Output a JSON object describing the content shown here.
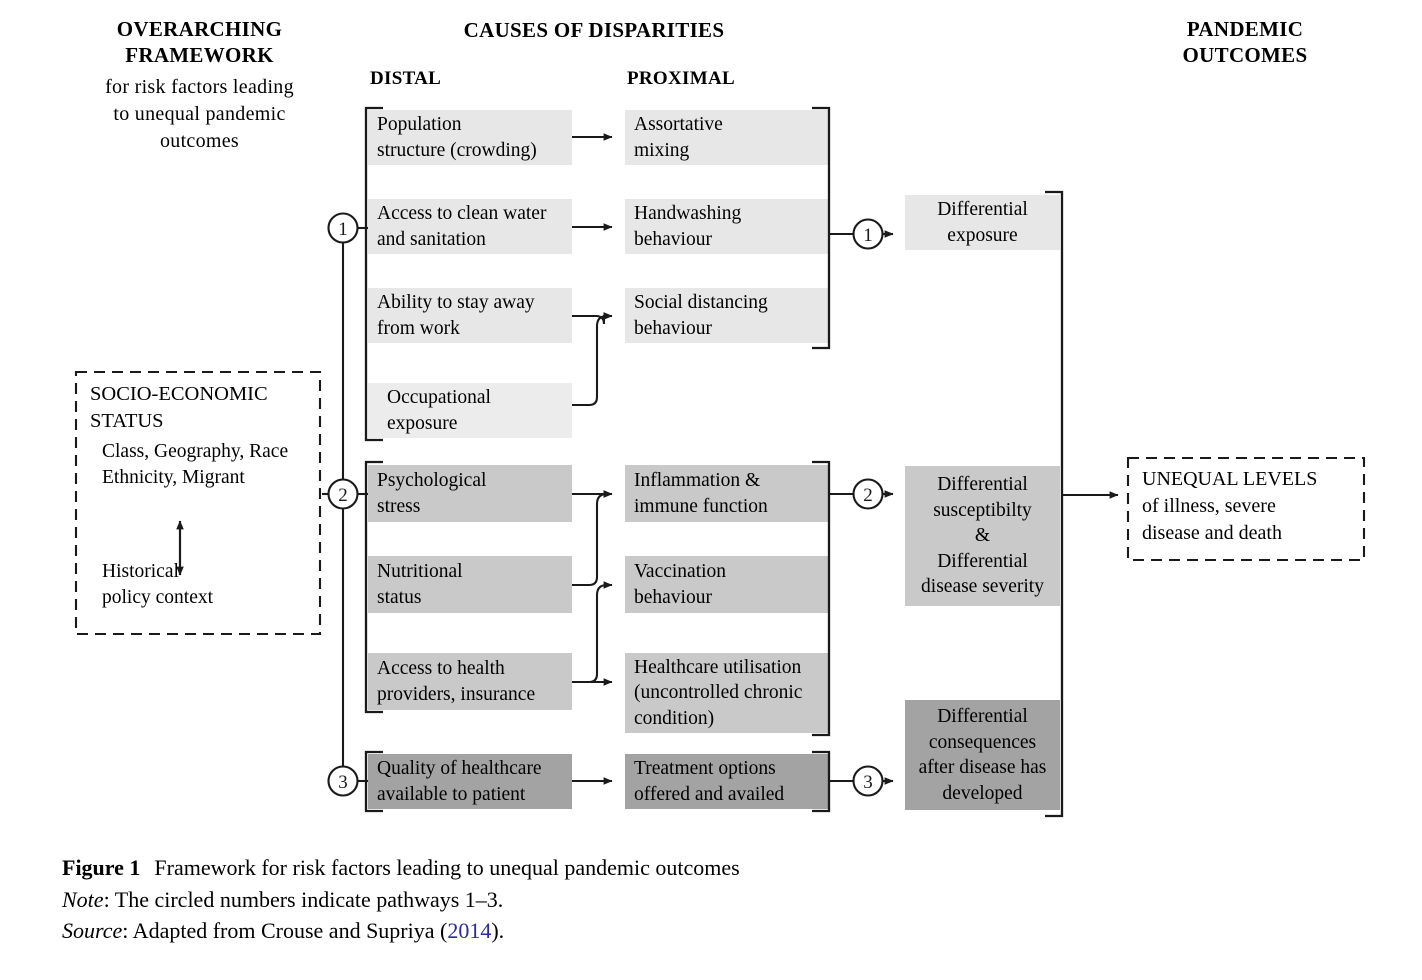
{
  "headers": {
    "framework_line1": "OVERARCHING",
    "framework_line2": "FRAMEWORK",
    "framework_sub_l1": "for risk factors leading",
    "framework_sub_l2": "to unequal pandemic",
    "framework_sub_l3": "outcomes",
    "causes": "CAUSES OF DISPARITIES",
    "distal": "DISTAL",
    "proximal": "PROXIMAL",
    "outcomes_l1": "PANDEMIC",
    "outcomes_l2": "OUTCOMES"
  },
  "ses_box": {
    "title_l1": "SOCIO-ECONOMIC",
    "title_l2": "STATUS",
    "detail_l1": "Class, Geography, Race",
    "detail_l2": "Ethnicity, Migrant",
    "bottom_l1": "Historical",
    "bottom_l2": "policy context"
  },
  "distal": [
    {
      "id": "population-structure",
      "line1": "Population",
      "line2": "structure (crowding)",
      "shade": "light"
    },
    {
      "id": "clean-water",
      "line1": "Access to clean water",
      "line2": "and sanitation",
      "shade": "light"
    },
    {
      "id": "stay-away-from-work",
      "line1": "Ability to stay away",
      "line2": "from work",
      "shade": "light"
    },
    {
      "id": "occupational-exposure",
      "line1": "Occupational",
      "line2": "exposure",
      "shade": "light"
    },
    {
      "id": "psychological-stress",
      "line1": "Psychological",
      "line2": "stress",
      "shade": "medium"
    },
    {
      "id": "nutritional-status",
      "line1": "Nutritional",
      "line2": "status",
      "shade": "medium"
    },
    {
      "id": "access-health-providers",
      "line1": "Access to health",
      "line2": "providers, insurance",
      "shade": "medium"
    },
    {
      "id": "quality-of-healthcare",
      "line1": "Quality of healthcare",
      "line2": "available to patient",
      "shade": "dark"
    }
  ],
  "proximal": [
    {
      "id": "assortative-mixing",
      "line1": "Assortative",
      "line2": "mixing",
      "line3": "",
      "shade": "light"
    },
    {
      "id": "handwashing-behaviour",
      "line1": "Handwashing",
      "line2": "behaviour",
      "line3": "",
      "shade": "light"
    },
    {
      "id": "social-distancing-behaviour",
      "line1": "Social distancing",
      "line2": "behaviour",
      "line3": "",
      "shade": "light"
    },
    {
      "id": "inflammation-immune-function",
      "line1": "Inflammation &",
      "line2": "immune function",
      "line3": "",
      "shade": "medium"
    },
    {
      "id": "vaccination-behaviour",
      "line1": "Vaccination",
      "line2": "behaviour",
      "line3": "",
      "shade": "medium"
    },
    {
      "id": "healthcare-utilisation",
      "line1": "Healthcare utilisation",
      "line2": "(uncontrolled chronic",
      "line3": "condition)",
      "shade": "medium"
    },
    {
      "id": "treatment-options",
      "line1": "Treatment options",
      "line2": "offered and availed",
      "line3": "",
      "shade": "dark"
    }
  ],
  "outcomes": [
    {
      "id": "differential-exposure",
      "lines": [
        "Differential",
        "exposure"
      ],
      "shade": "light"
    },
    {
      "id": "differential-susceptibility",
      "lines": [
        "Differential",
        "susceptibilty",
        "&",
        "Differential",
        "disease severity"
      ],
      "shade": "medium"
    },
    {
      "id": "differential-consequences",
      "lines": [
        "Differential",
        "consequences",
        "after disease has",
        "developed"
      ],
      "shade": "dark"
    }
  ],
  "final_outcome": {
    "line1": "UNEQUAL LEVELS",
    "line2": "of illness, severe",
    "line3": "disease and death"
  },
  "pathway_numbers": {
    "left": [
      "1",
      "2",
      "3"
    ],
    "right": [
      "1",
      "2",
      "3"
    ]
  },
  "caption": {
    "figure_label": "Figure 1",
    "figure_title": "Framework for risk factors leading to unequal pandemic outcomes",
    "note_label": "Note",
    "note_text": ": The circled numbers indicate pathways 1–3.",
    "source_label": "Source",
    "source_text_pre": ": Adapted from Crouse and Supriya (",
    "source_link": "2014",
    "source_text_post": ")."
  },
  "colors": {
    "shade_light": "#e7e7e7",
    "shade_medium": "#c9c9c9",
    "shade_dark": "#a3a3a3",
    "line": "#1a1a1a",
    "link": "#2a2a9c",
    "background": "#ffffff"
  }
}
